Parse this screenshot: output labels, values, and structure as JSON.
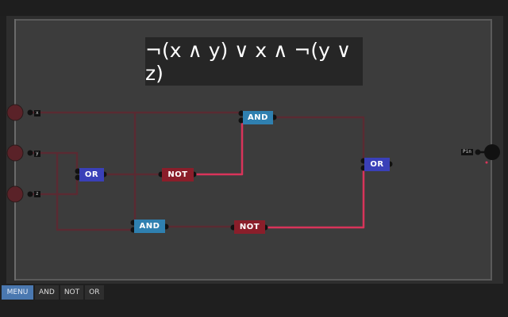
{
  "expression": "¬(x ∧ y) ∨ x ∧ ¬(y ∨ z)",
  "inputs": [
    {
      "label": "x"
    },
    {
      "label": "y"
    },
    {
      "label": "z"
    }
  ],
  "output": {
    "label": "Pin"
  },
  "gates": {
    "and1": "AND",
    "or1": "OR",
    "not1": "NOT",
    "and2": "AND",
    "not2": "NOT",
    "or2": "OR"
  },
  "toolbar": {
    "menu": "MENU",
    "items": [
      "AND",
      "NOT",
      "OR"
    ]
  },
  "colors": {
    "wire_off": "#5a2a32",
    "wire_on": "#d9345a",
    "and": "#2f80b0",
    "or": "#3a40b8",
    "not": "#8a1e2a"
  }
}
